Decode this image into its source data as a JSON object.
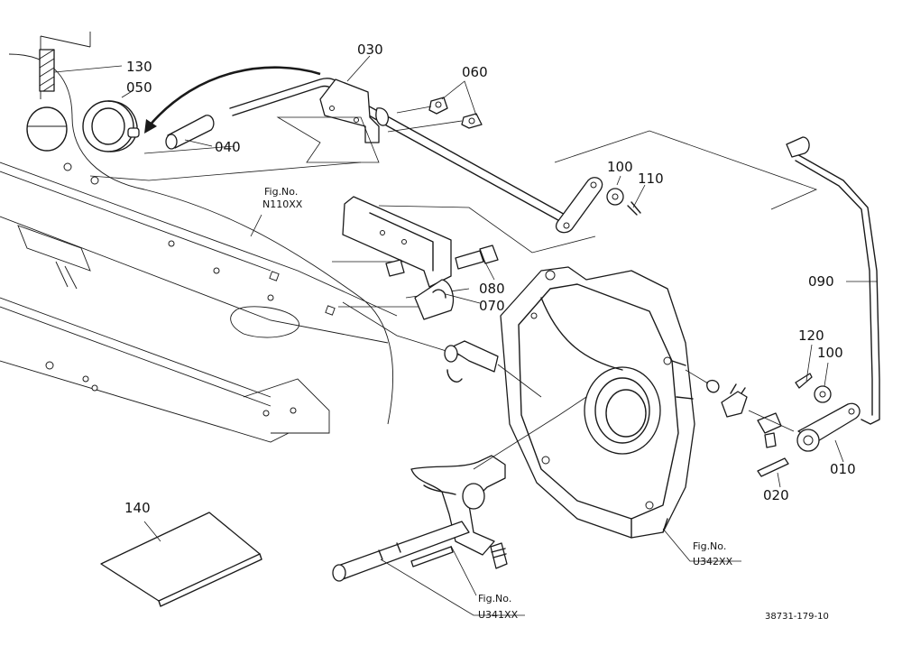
{
  "labels": {
    "p010": "010",
    "p020": "020",
    "p030": "030",
    "p040": "040",
    "p050": "050",
    "p060": "060",
    "p070": "070",
    "p080": "080",
    "p090": "090",
    "p100a": "100",
    "p100b": "100",
    "p110": "110",
    "p120": "120",
    "p130": "130",
    "p140": "140"
  },
  "figure_refs": {
    "n110": {
      "line1": "Fig.No.",
      "line2": "N110XX"
    },
    "u342": {
      "line1": "Fig.No.",
      "line2": "U342XX"
    },
    "u341": {
      "line1": "Fig.No.",
      "line2": "U341XX"
    }
  },
  "drawing_code": "38731-179-10",
  "colors": {
    "ink": "#1a1a1a",
    "paper": "#ffffff"
  }
}
